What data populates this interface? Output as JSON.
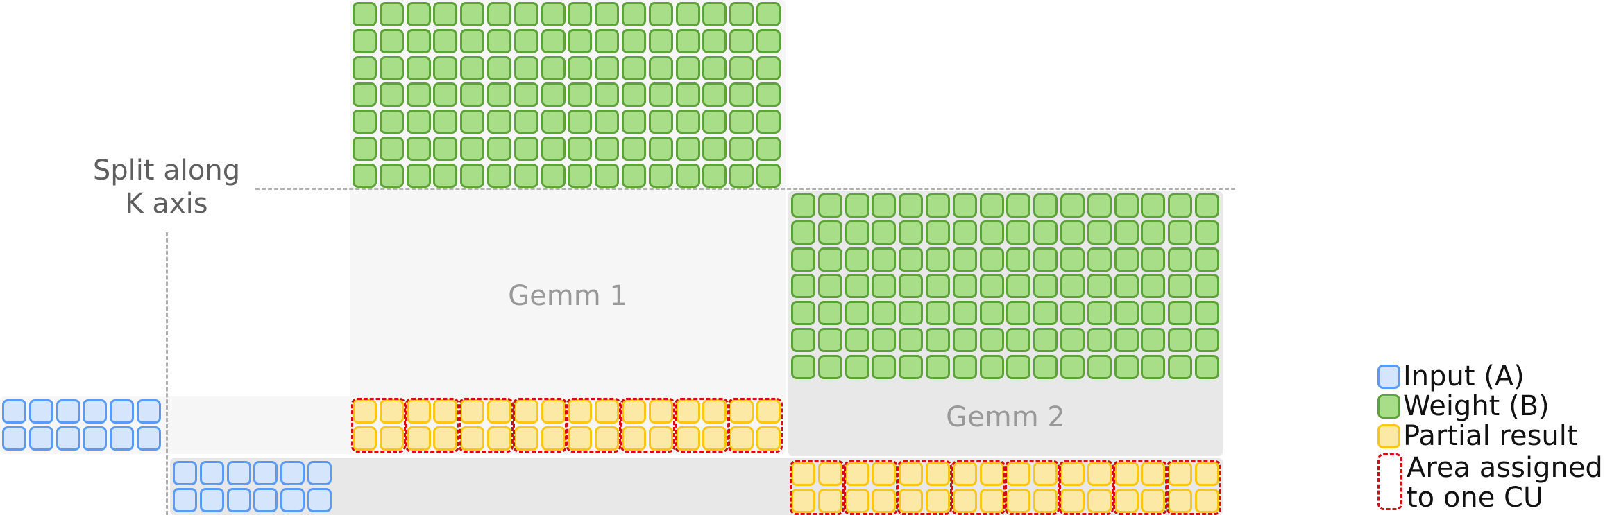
{
  "annotation": {
    "split_label_line1": "Split along",
    "split_label_line2": "K axis"
  },
  "gemms": [
    {
      "label": "Gemm 1",
      "weight_rows": 7,
      "weight_cols": 16,
      "partial_rows": 2,
      "partial_cols": 16,
      "cu_group_cols": 2
    },
    {
      "label": "Gemm 2",
      "weight_rows": 7,
      "weight_cols": 16,
      "partial_rows": 2,
      "partial_cols": 16,
      "cu_group_cols": 2
    }
  ],
  "inputs": [
    {
      "rows": 2,
      "cols": 6
    },
    {
      "rows": 2,
      "cols": 6
    }
  ],
  "legend": {
    "input": "Input (A)",
    "weight": "Weight (B)",
    "partial": "Partial result",
    "cu_line1": "Area assigned",
    "cu_line2": "to one CU"
  },
  "colors": {
    "input_fill": "#d5e5fc",
    "input_border": "#5a9cf5",
    "weight_fill": "#a9de88",
    "weight_border": "#5ea33a",
    "partial_fill": "#fde9a6",
    "partial_border": "#fbc614",
    "cu_dash": "#d40e14",
    "panel_light": "#f6f6f6",
    "panel_mid": "#e8e8e8"
  }
}
